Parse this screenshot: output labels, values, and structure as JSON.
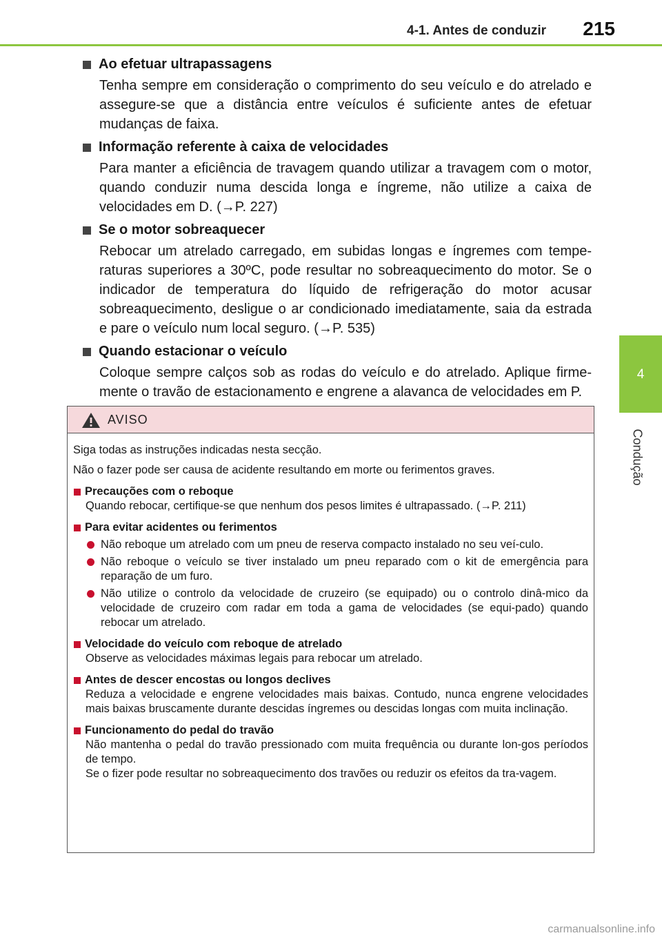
{
  "header": {
    "section": "4-1. Antes de conduzir",
    "page_number": "215"
  },
  "sidetab": {
    "chapter_number": "4",
    "chapter_label": "Condução"
  },
  "sections": [
    {
      "title": "Ao efetuar ultrapassagens",
      "body": "Tenha sempre em consideração o comprimento do seu veículo e do atrelado e assegure-se que a distância entre veículos é suficiente antes de efetuar mudanças de faixa."
    },
    {
      "title": "Informação referente à caixa de velocidades",
      "body": "Para manter a eficiência de travagem quando utilizar a travagem com o motor, quando conduzir numa descida longa e íngreme, não utilize a caixa de velocidades em D. (→P. 227)"
    },
    {
      "title": "Se o motor sobreaquecer",
      "body": "Rebocar um atrelado carregado, em subidas longas e íngremes com tempe-raturas superiores a 30ºC, pode resultar no sobreaquecimento do motor. Se o indicador de temperatura do líquido de refrigeração do motor acusar sobreaquecimento, desligue o ar condicionado imediatamente, saia da estrada e pare o veículo num local seguro. (→P. 535)"
    },
    {
      "title": "Quando estacionar o veículo",
      "body": "Coloque sempre calços sob as rodas do veículo e do atrelado. Aplique firme-mente o travão de estacionamento e engrene a alavanca de velocidades em P."
    }
  ],
  "warning": {
    "label": "AVISO",
    "intro1": "Siga todas as instruções indicadas nesta secção.",
    "intro2": "Não o fazer pode ser causa de acidente resultando em morte ou ferimentos graves.",
    "items": [
      {
        "title": "Precauções com o reboque",
        "desc": "Quando rebocar, certifique-se que nenhum dos pesos limites é ultrapassado. (→P. 211)"
      },
      {
        "title": "Para evitar acidentes ou ferimentos",
        "bullets": [
          "Não reboque um atrelado com um pneu de reserva compacto instalado no seu veí-culo.",
          "Não reboque o veículo se tiver instalado um pneu reparado com o kit de emergência para reparação de um furo.",
          "Não utilize o controlo da velocidade de cruzeiro (se equipado) ou o controlo dinâ-mico da velocidade de cruzeiro com radar em toda a gama de velocidades (se equi-pado) quando rebocar um atrelado."
        ]
      },
      {
        "title": "Velocidade do veículo com reboque de atrelado",
        "desc": "Observe as velocidades máximas legais para rebocar um atrelado."
      },
      {
        "title": "Antes de descer encostas ou longos declives",
        "desc": "Reduza a velocidade e engrene velocidades mais baixas. Contudo, nunca engrene velocidades mais baixas bruscamente durante descidas íngremes ou descidas longas com muita inclinação."
      },
      {
        "title": "Funcionamento do pedal do travão",
        "desc": "Não mantenha o pedal do travão pressionado com muita frequência ou durante lon-gos períodos de tempo.",
        "desc2": "Se o fizer pode resultar no sobreaquecimento dos travões ou reduzir os efeitos da tra-vagem."
      }
    ]
  },
  "watermark": "carmanualsonline.info"
}
